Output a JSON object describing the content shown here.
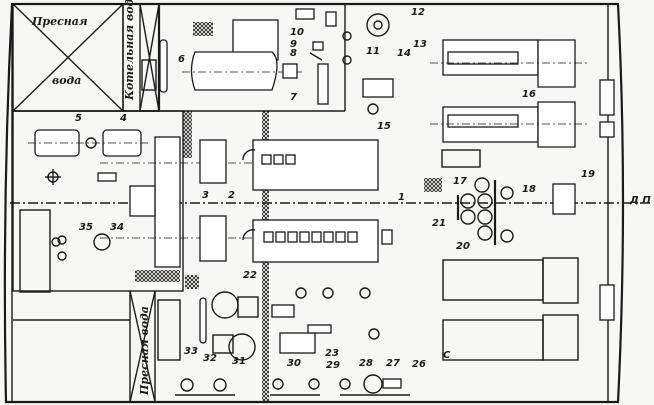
{
  "labels": {
    "fresh_water_top_1": "Пресная",
    "fresh_water_top_2": "вода",
    "boiler_water": "Котельная вода",
    "fresh_water_bottom": "Пресная вода",
    "centerline": "Д П",
    "side_mark": "С"
  },
  "numbers": {
    "n1": "1",
    "n2": "2",
    "n3": "3",
    "n4": "4",
    "n5": "5",
    "n6": "6",
    "n7": "7",
    "n8": "8",
    "n9": "9",
    "n10": "10",
    "n11": "11",
    "n12": "12",
    "n13": "13",
    "n14": "14",
    "n15": "15",
    "n16": "16",
    "n17": "17",
    "n18": "18",
    "n19": "19",
    "n20": "20",
    "n21": "21",
    "n22": "22",
    "n23": "23",
    "n26": "26",
    "n27": "27",
    "n28": "28",
    "n29": "29",
    "n30": "30",
    "n31": "31",
    "n32": "32",
    "n33": "33",
    "n34": "34",
    "n35": "35"
  }
}
